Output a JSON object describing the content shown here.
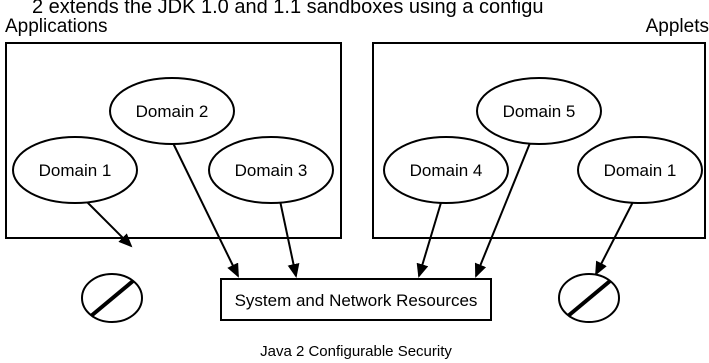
{
  "header_text": "2 extends the JDK 1.0 and 1.1 sandboxes using a configu",
  "applications_label": "Applications",
  "applets_label": "Applets",
  "applications_domains": [
    "Domain 1",
    "Domain 2",
    "Domain 3"
  ],
  "applets_domains": [
    "Domain 4",
    "Domain 5",
    "Domain 1"
  ],
  "resources_label": "System and Network Resources",
  "caption": "Java 2 Configurable Security"
}
